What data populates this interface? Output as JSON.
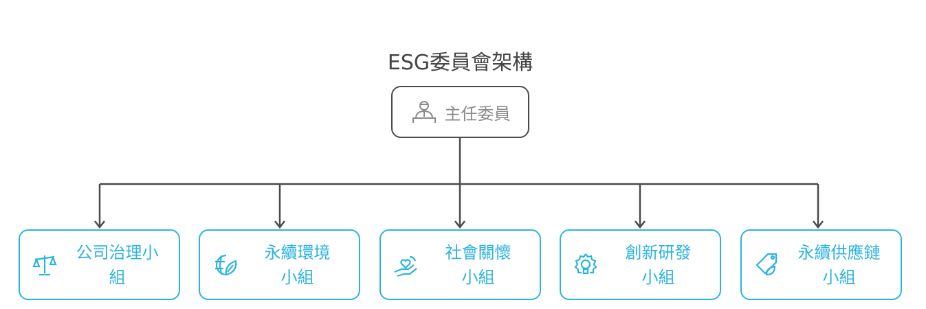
{
  "title": "ESG委員會架構",
  "chief": {
    "label": "主任委員",
    "icon": "person-podium-icon"
  },
  "colors": {
    "accent": "#2bb3e0",
    "line": "#4a4a4a",
    "chief_text": "#8a8a8a"
  },
  "groups": [
    {
      "lines": [
        "公司治理小",
        "組"
      ],
      "icon": "scales-icon"
    },
    {
      "lines": [
        "永續環境",
        "小組"
      ],
      "icon": "globe-leaf-icon"
    },
    {
      "lines": [
        "社會關懷",
        "小組"
      ],
      "icon": "hand-heart-icon"
    },
    {
      "lines": [
        "創新研發",
        "小組"
      ],
      "icon": "gear-bulb-icon"
    },
    {
      "lines": [
        "永續供應鏈",
        "小組"
      ],
      "icon": "tag-leaf-icon"
    }
  ]
}
